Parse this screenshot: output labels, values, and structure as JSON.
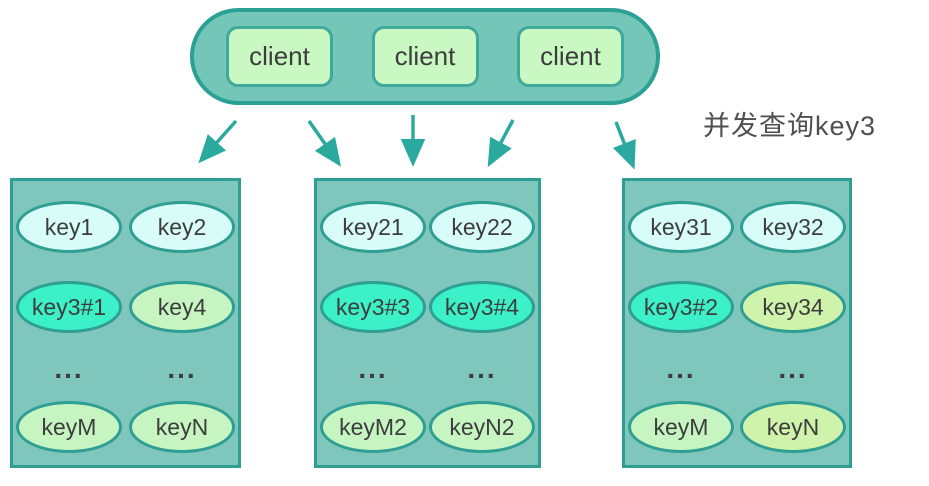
{
  "diagram": {
    "title_annotation": {
      "text": "并发查询key3"
    },
    "client_cluster": {
      "items": [
        {
          "label": "client"
        },
        {
          "label": "client"
        },
        {
          "label": "client"
        }
      ]
    },
    "arrows": {
      "count": 5,
      "direction": "clients-to-shards"
    },
    "shards": [
      {
        "name": "shard-1",
        "rows": [
          {
            "type": "keys",
            "cells": [
              {
                "label": "key1",
                "variant": "cyan"
              },
              {
                "label": "key2",
                "variant": "cyan"
              }
            ]
          },
          {
            "type": "keys",
            "cells": [
              {
                "label": "key3#1",
                "variant": "mint"
              },
              {
                "label": "key4",
                "variant": "green"
              }
            ]
          },
          {
            "type": "dots",
            "cells": [
              {
                "label": "..."
              },
              {
                "label": "..."
              }
            ]
          },
          {
            "type": "keys",
            "cells": [
              {
                "label": "keyM",
                "variant": "green"
              },
              {
                "label": "keyN",
                "variant": "green"
              }
            ]
          }
        ]
      },
      {
        "name": "shard-2",
        "rows": [
          {
            "type": "keys",
            "cells": [
              {
                "label": "key21",
                "variant": "cyan"
              },
              {
                "label": "key22",
                "variant": "cyan"
              }
            ]
          },
          {
            "type": "keys",
            "cells": [
              {
                "label": "key3#3",
                "variant": "mint"
              },
              {
                "label": "key3#4",
                "variant": "mint"
              }
            ]
          },
          {
            "type": "dots",
            "cells": [
              {
                "label": "..."
              },
              {
                "label": "..."
              }
            ]
          },
          {
            "type": "keys",
            "cells": [
              {
                "label": "keyM2",
                "variant": "green"
              },
              {
                "label": "keyN2",
                "variant": "green"
              }
            ]
          }
        ]
      },
      {
        "name": "shard-3",
        "rows": [
          {
            "type": "keys",
            "cells": [
              {
                "label": "key31",
                "variant": "cyan"
              },
              {
                "label": "key32",
                "variant": "cyan"
              }
            ]
          },
          {
            "type": "keys",
            "cells": [
              {
                "label": "key3#2",
                "variant": "mint"
              },
              {
                "label": "key34",
                "variant": "ygreen"
              }
            ]
          },
          {
            "type": "dots",
            "cells": [
              {
                "label": "..."
              },
              {
                "label": "..."
              }
            ]
          },
          {
            "type": "keys",
            "cells": [
              {
                "label": "keyM",
                "variant": "green"
              },
              {
                "label": "keyN",
                "variant": "ygreen"
              }
            ]
          }
        ]
      }
    ],
    "colors": {
      "pill_fill": "#73c6b8",
      "pill_border": "#2ba094",
      "client_fill": "#c9f8c3",
      "client_border": "#3fa99b",
      "shard_fill": "#7fc6bd",
      "shard_border": "#2f9e93",
      "ellipse_cyan": "#d8fcf8",
      "ellipse_mint": "#3cf0c7",
      "ellipse_green": "#c6f5c2",
      "ellipse_yellow_green": "#cff3ab",
      "arrow": "#2aaa9f",
      "text": "#3d3d3d",
      "annotation_text": "#4f4f4f"
    }
  }
}
